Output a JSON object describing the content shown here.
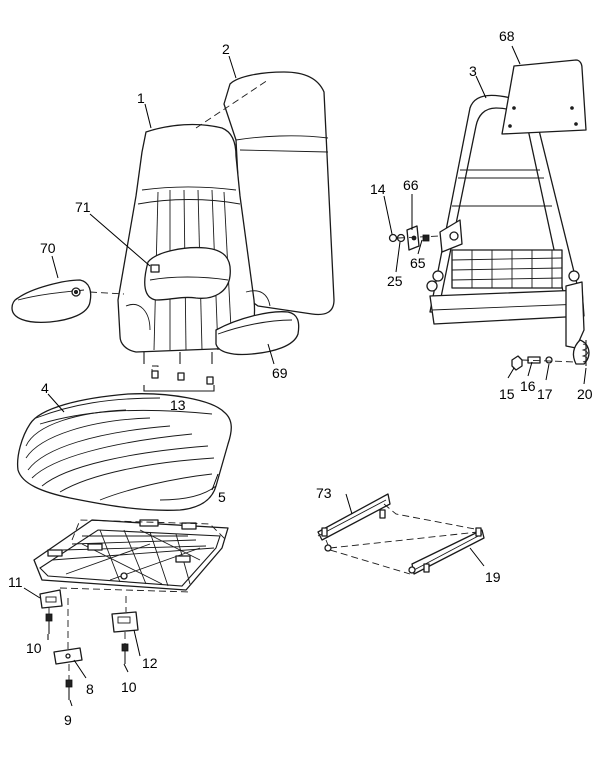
{
  "callouts": {
    "c1": "1",
    "c2": "2",
    "c3": "3",
    "c4": "4",
    "c5": "5",
    "c8": "8",
    "c9": "9",
    "c10a": "10",
    "c10b": "10",
    "c11": "11",
    "c12": "12",
    "c13": "13",
    "c14": "14",
    "c15": "15",
    "c16": "16",
    "c17": "17",
    "c19": "19",
    "c20": "20",
    "c25": "25",
    "c65": "65",
    "c66": "66",
    "c68": "68",
    "c69": "69",
    "c70": "70",
    "c71": "71",
    "c73": "73"
  }
}
